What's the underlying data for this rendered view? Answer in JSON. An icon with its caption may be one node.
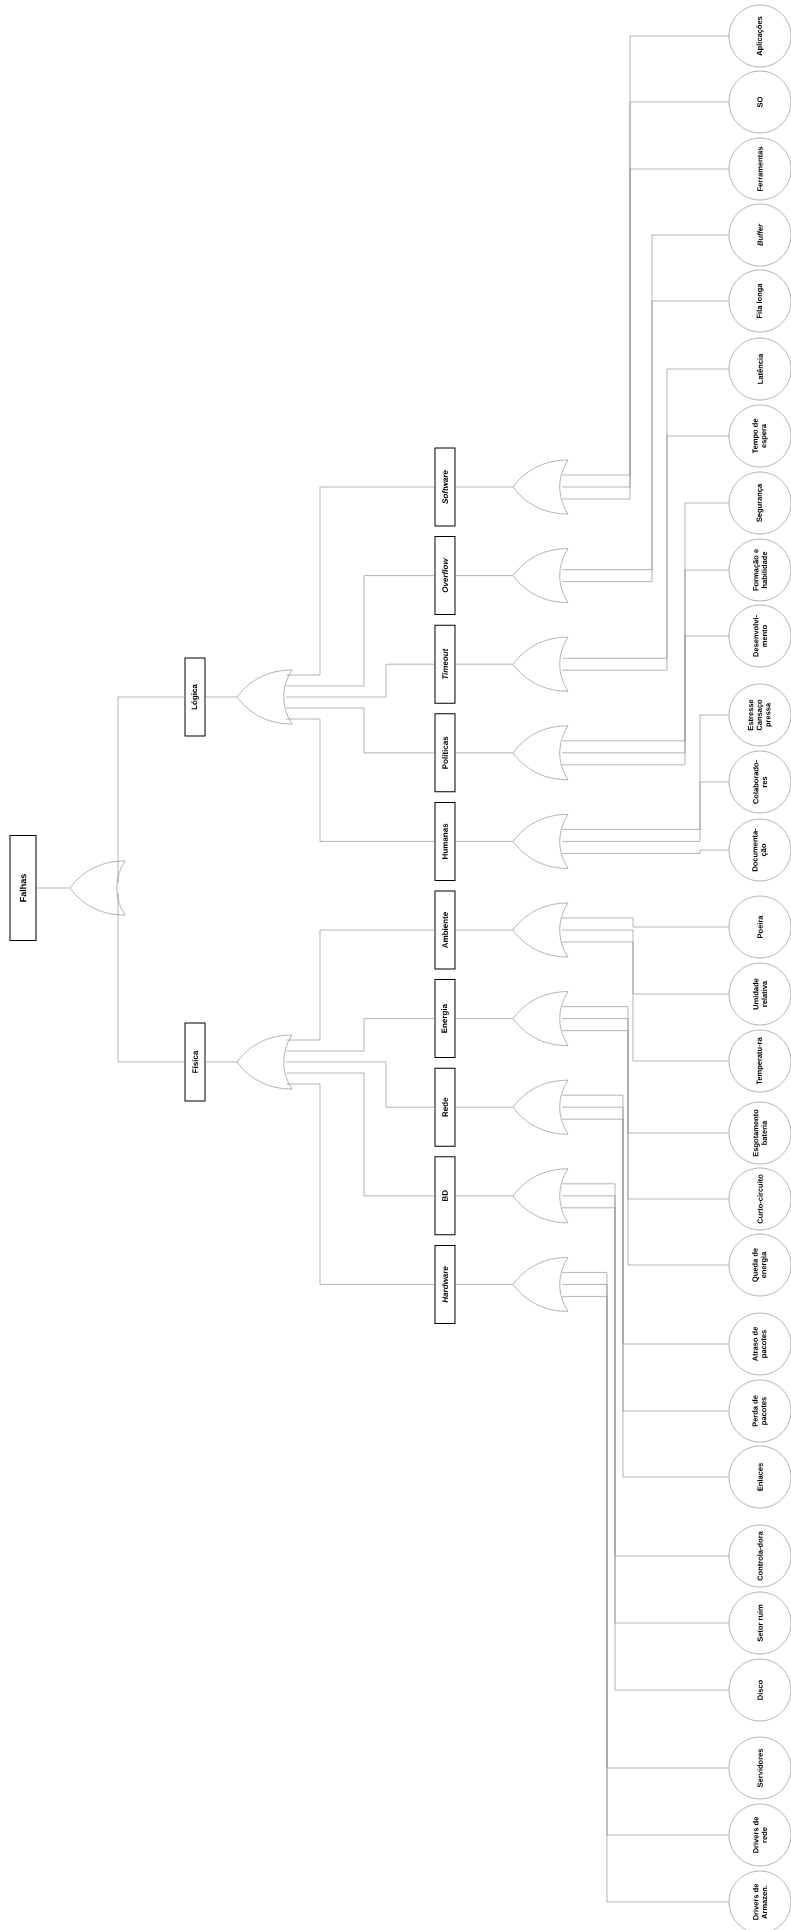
{
  "diagram": {
    "nodes": [
      {
        "text": [
          "Falhas"
        ]
      },
      {
        "text": [],
        "shape": "gate"
      },
      {
        "text": [
          "Lógica"
        ]
      },
      {
        "text": [],
        "shape": "gate"
      },
      {
        "text": [
          "Física"
        ]
      },
      {
        "text": [],
        "shape": "gate"
      },
      {
        "text": [
          "Software"
        ]
      },
      {
        "text": [],
        "shape": "gate"
      },
      {
        "text": [
          "Overflow"
        ]
      },
      {
        "text": [],
        "shape": "gate"
      },
      {
        "text": [
          "Timeout"
        ]
      },
      {
        "text": [],
        "shape": "gate"
      },
      {
        "text": [
          "Políticas"
        ]
      },
      {
        "text": [],
        "shape": "gate"
      },
      {
        "text": [
          "Humanas"
        ]
      },
      {
        "text": [],
        "shape": "gate"
      },
      {
        "text": [
          "Ambiente"
        ]
      },
      {
        "text": [],
        "shape": "gate"
      },
      {
        "text": [
          "Energia"
        ]
      },
      {
        "text": [],
        "shape": "gate"
      },
      {
        "text": [
          "Rede"
        ]
      },
      {
        "text": [],
        "shape": "gate"
      },
      {
        "text": [
          "BD"
        ]
      },
      {
        "text": [],
        "shape": "gate"
      },
      {
        "text": [
          "Hardware"
        ]
      },
      {
        "text": [],
        "shape": "gate"
      },
      {
        "text": [
          "Aplicações"
        ]
      },
      {
        "text": [
          "SO"
        ]
      },
      {
        "text": [
          "Ferramentas"
        ]
      },
      {
        "text": [
          "Buffer"
        ]
      },
      {
        "text": [
          "Fila longa"
        ]
      },
      {
        "text": [
          "Latência"
        ]
      },
      {
        "text": [
          "Tempo de espera"
        ]
      },
      {
        "text": [
          "Segurança"
        ]
      },
      {
        "text": [
          "Formação e habilidade"
        ]
      },
      {
        "text": [
          "Desenvolvi-mento"
        ]
      },
      {
        "text": [
          "Estresse Cansaço pressa"
        ]
      },
      {
        "text": [
          "Colaborado-res"
        ]
      },
      {
        "text": [
          "Documenta-ção"
        ]
      },
      {
        "text": [
          "Poeira"
        ]
      },
      {
        "text": [
          "Umidade relativa"
        ]
      },
      {
        "text": [
          "Temperatu-ra"
        ]
      },
      {
        "text": [
          "Esgotamento bateria"
        ]
      },
      {
        "text": [
          "Curto-circuito"
        ]
      },
      {
        "text": [
          "Queda de energia"
        ]
      },
      {
        "text": [
          "Atraso de pacotes"
        ]
      },
      {
        "text": [
          "Perda de pacotes"
        ]
      },
      {
        "text": [
          "Enlaces"
        ]
      },
      {
        "text": [
          "Controla-dora"
        ]
      },
      {
        "text": [
          "Setor ruim"
        ]
      },
      {
        "text": [
          "Disco"
        ]
      },
      {
        "text": [
          "Servidores"
        ]
      },
      {
        "text": [
          "Drivers de rede"
        ]
      },
      {
        "text": [
          "Drivers de Armazen."
        ]
      }
    ],
    "edges": [
      {
        "from": 0,
        "to": 1,
        "arrow": "none"
      },
      {
        "from": 1,
        "to": 2,
        "arrow": "none"
      },
      {
        "from": 1,
        "to": 4,
        "arrow": "none"
      },
      {
        "from": 2,
        "to": 3,
        "arrow": "none"
      },
      {
        "from": 4,
        "to": 5,
        "arrow": "none"
      },
      {
        "from": 3,
        "to": 6,
        "arrow": "none"
      },
      {
        "from": 3,
        "to": 8,
        "arrow": "none"
      },
      {
        "from": 3,
        "to": 10,
        "arrow": "none"
      },
      {
        "from": 3,
        "to": 12,
        "arrow": "none"
      },
      {
        "from": 3,
        "to": 14,
        "arrow": "none"
      },
      {
        "from": 5,
        "to": 16,
        "arrow": "none"
      },
      {
        "from": 5,
        "to": 18,
        "arrow": "none"
      },
      {
        "from": 5,
        "to": 20,
        "arrow": "none"
      },
      {
        "from": 5,
        "to": 22,
        "arrow": "none"
      },
      {
        "from": 5,
        "to": 24,
        "arrow": "none"
      },
      {
        "from": 6,
        "to": 7,
        "arrow": "none"
      },
      {
        "from": 8,
        "to": 9,
        "arrow": "none"
      },
      {
        "from": 10,
        "to": 11,
        "arrow": "none"
      },
      {
        "from": 12,
        "to": 13,
        "arrow": "none"
      },
      {
        "from": 14,
        "to": 15,
        "arrow": "none"
      },
      {
        "from": 16,
        "to": 17,
        "arrow": "none"
      },
      {
        "from": 18,
        "to": 19,
        "arrow": "none"
      },
      {
        "from": 20,
        "to": 21,
        "arrow": "none"
      },
      {
        "from": 22,
        "to": 23,
        "arrow": "none"
      },
      {
        "from": 24,
        "to": 25,
        "arrow": "none"
      },
      {
        "from": 7,
        "to": 26,
        "arrow": "none"
      },
      {
        "from": 7,
        "to": 27,
        "arrow": "none"
      },
      {
        "from": 7,
        "to": 28,
        "arrow": "none"
      },
      {
        "from": 9,
        "to": 29,
        "arrow": "none"
      },
      {
        "from": 9,
        "to": 30,
        "arrow": "none"
      },
      {
        "from": 11,
        "to": 31,
        "arrow": "none"
      },
      {
        "from": 11,
        "to": 32,
        "arrow": "none"
      },
      {
        "from": 13,
        "to": 33,
        "arrow": "none"
      },
      {
        "from": 13,
        "to": 34,
        "arrow": "none"
      },
      {
        "from": 13,
        "to": 35,
        "arrow": "none"
      },
      {
        "from": 15,
        "to": 36,
        "arrow": "none"
      },
      {
        "from": 15,
        "to": 37,
        "arrow": "none"
      },
      {
        "from": 15,
        "to": 38,
        "arrow": "none"
      },
      {
        "from": 17,
        "to": 39,
        "arrow": "none"
      },
      {
        "from": 17,
        "to": 40,
        "arrow": "none"
      },
      {
        "from": 17,
        "to": 41,
        "arrow": "none"
      },
      {
        "from": 19,
        "to": 42,
        "arrow": "none"
      },
      {
        "from": 19,
        "to": 43,
        "arrow": "none"
      },
      {
        "from": 19,
        "to": 44,
        "arrow": "none"
      },
      {
        "from": 21,
        "to": 45,
        "arrow": "none"
      },
      {
        "from": 21,
        "to": 46,
        "arrow": "none"
      },
      {
        "from": 21,
        "to": 47,
        "arrow": "none"
      },
      {
        "from": 23,
        "to": 48,
        "arrow": "none"
      },
      {
        "from": 23,
        "to": 49,
        "arrow": "none"
      },
      {
        "from": 23,
        "to": 50,
        "arrow": "none"
      },
      {
        "from": 25,
        "to": 51,
        "arrow": "none"
      },
      {
        "from": 25,
        "to": 52,
        "arrow": "none"
      },
      {
        "from": 25,
        "to": 53,
        "arrow": "none"
      }
    ]
  }
}
